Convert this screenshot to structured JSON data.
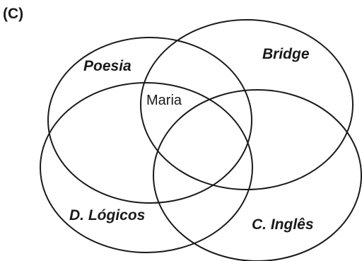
{
  "panel_label": "(C)",
  "sets": [
    {
      "id": "poesia",
      "label": "Poesia"
    },
    {
      "id": "bridge",
      "label": "Bridge"
    },
    {
      "id": "d-logicos",
      "label": "D. Lógicos"
    },
    {
      "id": "c-ingles",
      "label": "C. Inglês"
    }
  ],
  "elements": [
    {
      "label": "Maria",
      "member_of": [
        "poesia",
        "bridge",
        "d-logicos"
      ]
    }
  ],
  "colors": {
    "stroke": "#1a1a1a",
    "background": "#ffffff"
  }
}
